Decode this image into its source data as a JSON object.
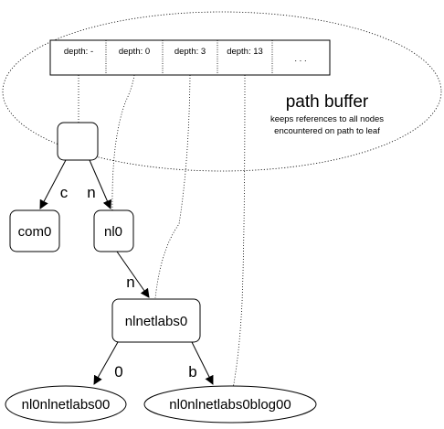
{
  "path_buffer": {
    "cells": [
      "depth: -",
      "depth: 0",
      "depth: 3",
      "depth: 13",
      ". . ."
    ],
    "title": "path buffer",
    "subtitle_line1": "keeps references to all nodes",
    "subtitle_line2": "encountered on path to leaf"
  },
  "nodes": {
    "root": "",
    "com0": "com0",
    "nl0": "nl0",
    "nlnetlabs0": "nlnetlabs0",
    "leaf_left": "nl0nlnetlabs00",
    "leaf_right": "nl0nlnetlabs0blog00"
  },
  "edges": {
    "root_to_com0": "c",
    "root_to_nl0": "n",
    "nl0_to_nlnetlabs0": "n",
    "nlnetlabs0_to_leaf_left": "0",
    "nlnetlabs0_to_leaf_right": "b"
  },
  "colors": {
    "stroke": "#000000",
    "fill": "#ffffff"
  }
}
